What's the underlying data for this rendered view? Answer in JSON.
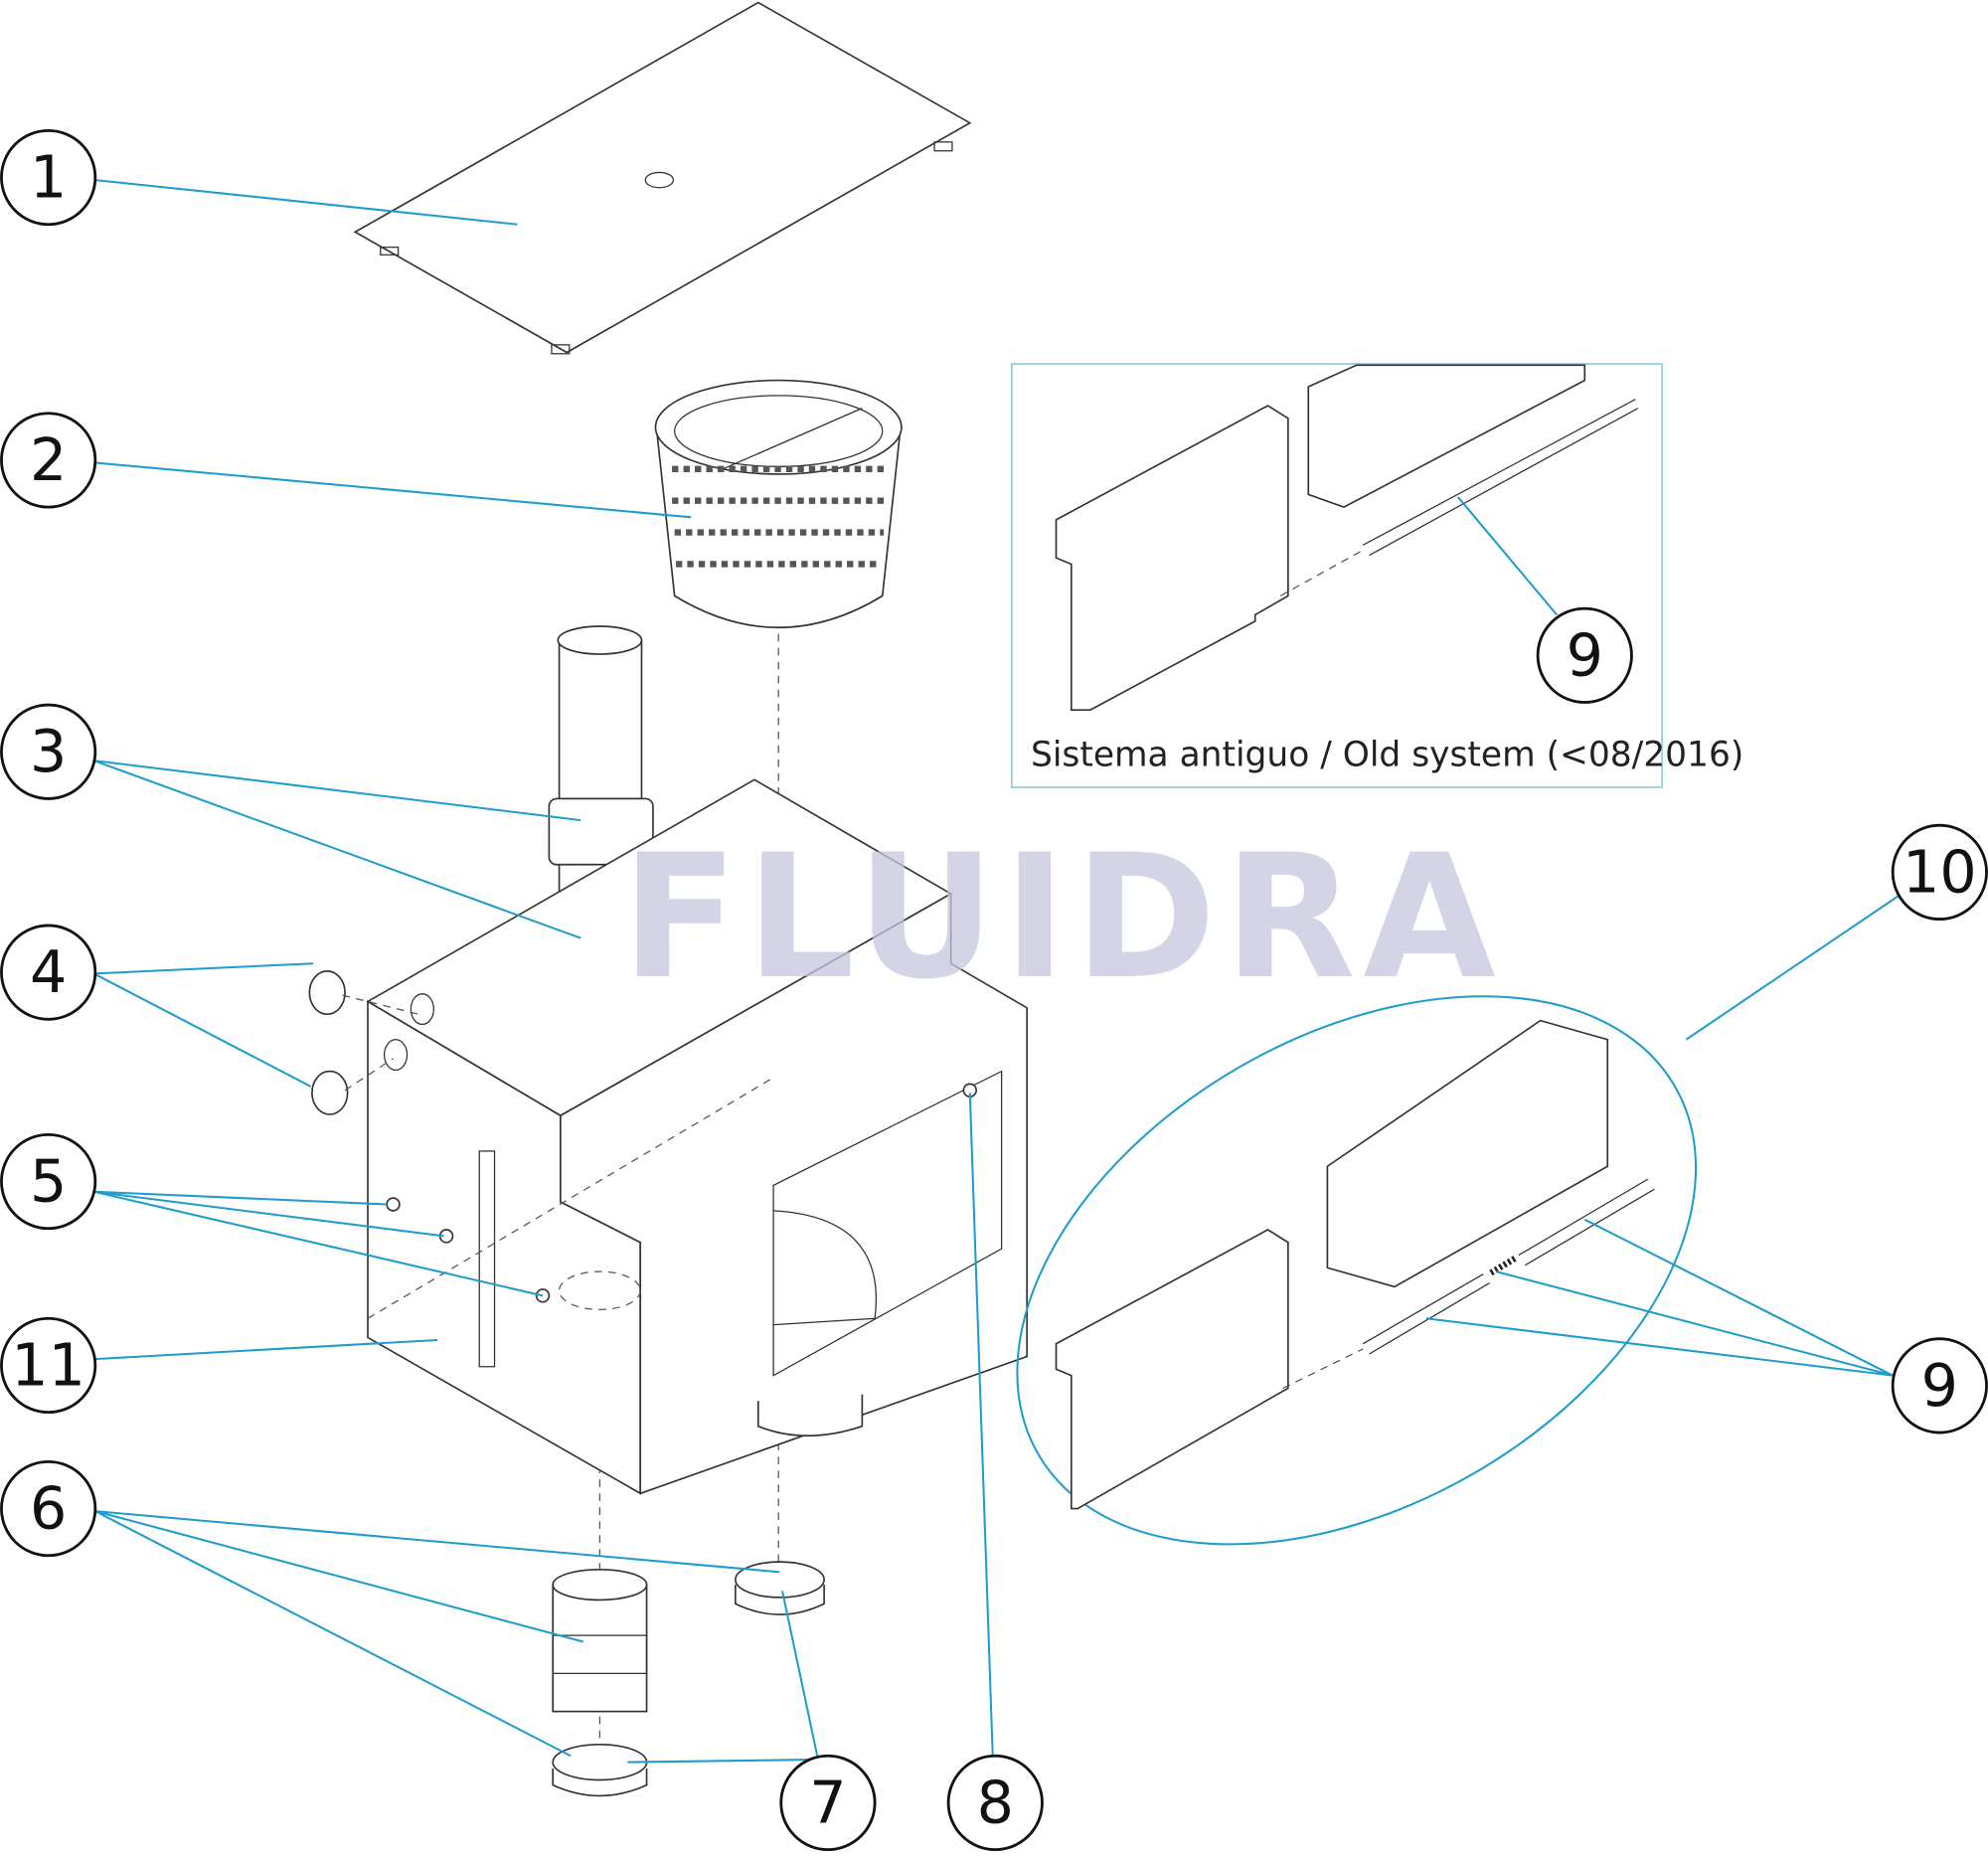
{
  "watermark": "FLUIDRA",
  "inset_caption": "Sistema antiguo / Old system (<08/2016)",
  "callouts": [
    "1",
    "2",
    "3",
    "4",
    "5",
    "6",
    "7",
    "8",
    "9",
    "10",
    "11"
  ],
  "colors": {
    "leader": "#1f9ccc",
    "inset_border": "#8ccbe0",
    "watermark": "#c5c8de"
  }
}
